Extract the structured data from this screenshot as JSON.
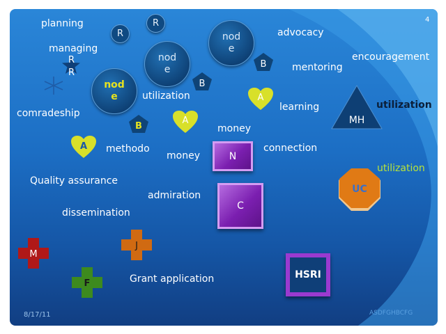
{
  "slide_number": "4",
  "date": "8/17/11",
  "footer_right": "ASDFGHBCFG",
  "words": {
    "planning": "planning",
    "managing": "managing",
    "comradeship": "comradeship",
    "utilization_mid": "utilization",
    "advocacy": "advocacy",
    "encouragement": "encouragement",
    "mentoring": "mentoring",
    "learning": "learning",
    "utilization_dark": "utilization",
    "money_top": "money",
    "methodo": "methodo",
    "money_mid": "money",
    "connection": "connection",
    "utilization_green": "utilization",
    "quality": "Quality assurance",
    "admiration": "admiration",
    "dissemination": "dissemination",
    "grant": "Grant application"
  },
  "shapes": {
    "r_circle_1": "R",
    "r_circle_2": "R",
    "star_r1": "R",
    "star_r2": "R",
    "node_big_1": "nod e",
    "node_big_2": "nod e",
    "node_big_3": "nod e",
    "pent_b1": "B",
    "pent_b2": "B",
    "pent_b3": "B",
    "heart_a1": "A",
    "heart_a2": "A",
    "heart_a3": "A",
    "triangle_mh": "MH",
    "octagon_uc": "UC",
    "square_n": "N",
    "square_c": "C",
    "cross_j": "J",
    "cross_m": "M",
    "cross_f": "F",
    "hsri": "HSRI"
  },
  "colors": {
    "slide_blue": "#1c6ec4",
    "dark_blue": "#0f4a82",
    "heart_yellow": "#d8e02a",
    "purple": "#7b1fb0",
    "orange": "#e07a15",
    "red": "#b01818",
    "green": "#3d8a1e",
    "utilization_green": "#b7e33a"
  }
}
